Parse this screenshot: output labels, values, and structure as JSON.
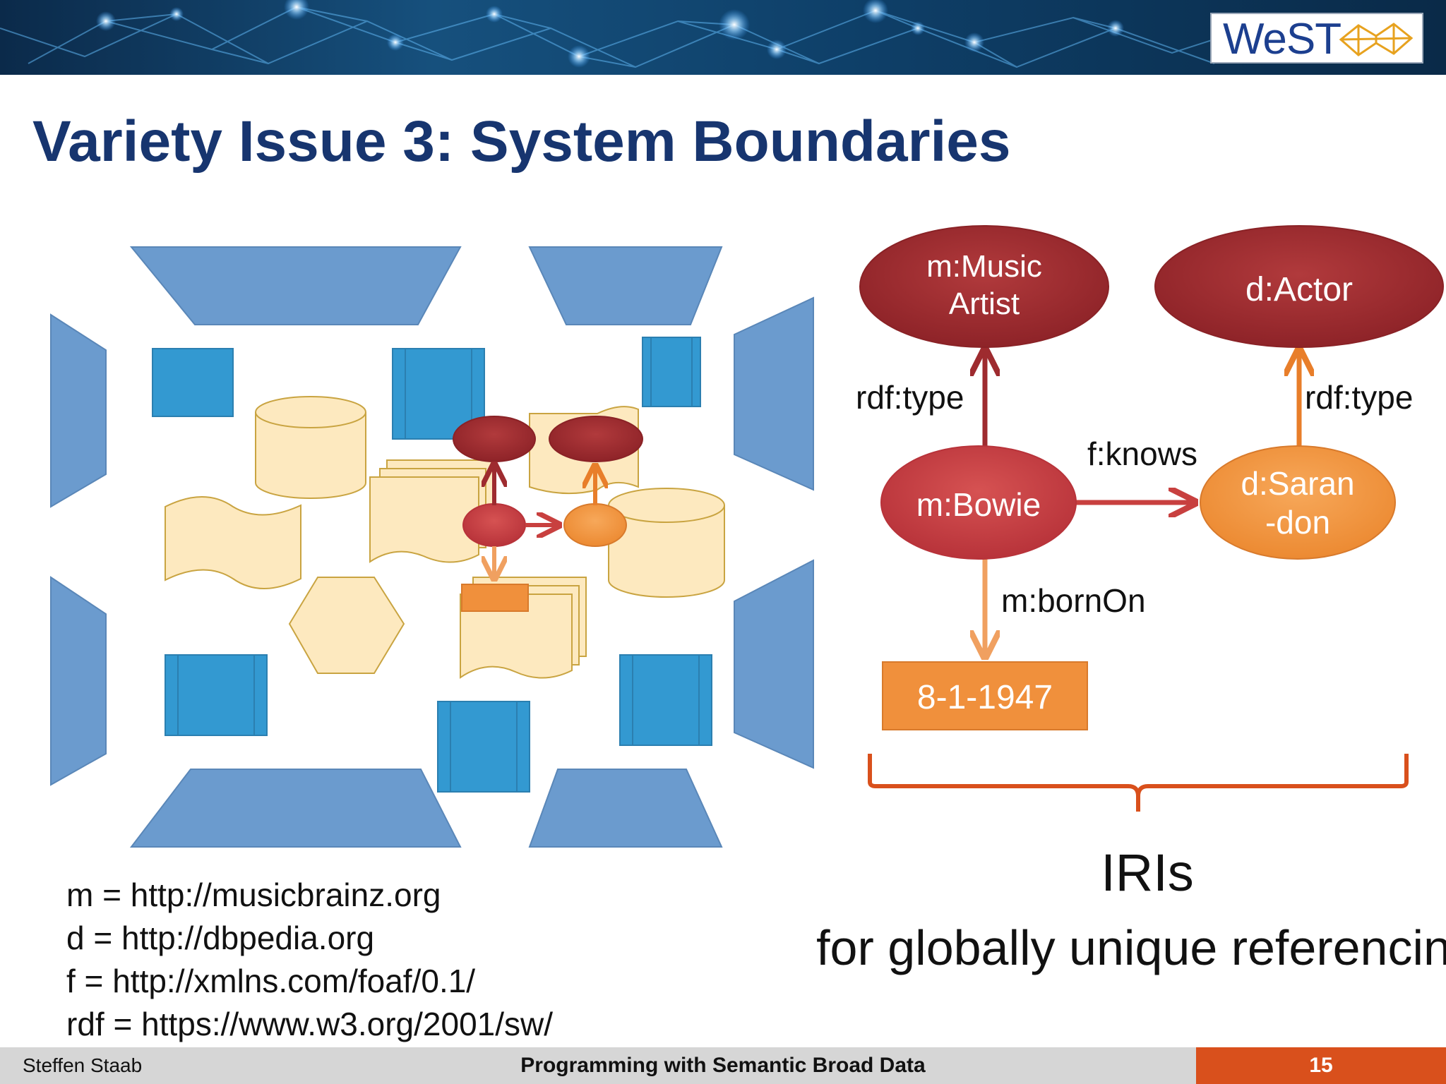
{
  "slide": {
    "title": "Variety Issue 3: System Boundaries",
    "logo_text": "WeST"
  },
  "graph": {
    "class_music_artist": "m:Music Artist",
    "class_actor": "d:Actor",
    "node_bowie": "m:Bowie",
    "node_sarandon": "d:Saran -don",
    "literal_date": "8-1-1947",
    "edge_type_left": "rdf:type",
    "edge_type_right": "rdf:type",
    "edge_knows": "f:knows",
    "edge_born_on": "m:bornOn"
  },
  "prefixes": [
    "m = http://musicbrainz.org",
    "d = http://dbpedia.org",
    "f = http://xmlns.com/foaf/0.1/",
    "rdf = https://www.w3.org/2001/sw/"
  ],
  "callout": {
    "iris": "IRIs",
    "tagline": "for globally unique referencing"
  },
  "footer": {
    "author": "Steffen Staab",
    "course": "Programming with Semantic Broad Data",
    "page": "15"
  },
  "colors": {
    "title": "#17356f",
    "class_node": "#9e2b2f",
    "resource_node": "#c8403f",
    "orange_node": "#f0903c",
    "bracket": "#d9501c",
    "footer_accent": "#d9501c",
    "panel_blue": "#6b9bce",
    "square_blue": "#3399d1",
    "doc_fill": "#fde9bf"
  }
}
